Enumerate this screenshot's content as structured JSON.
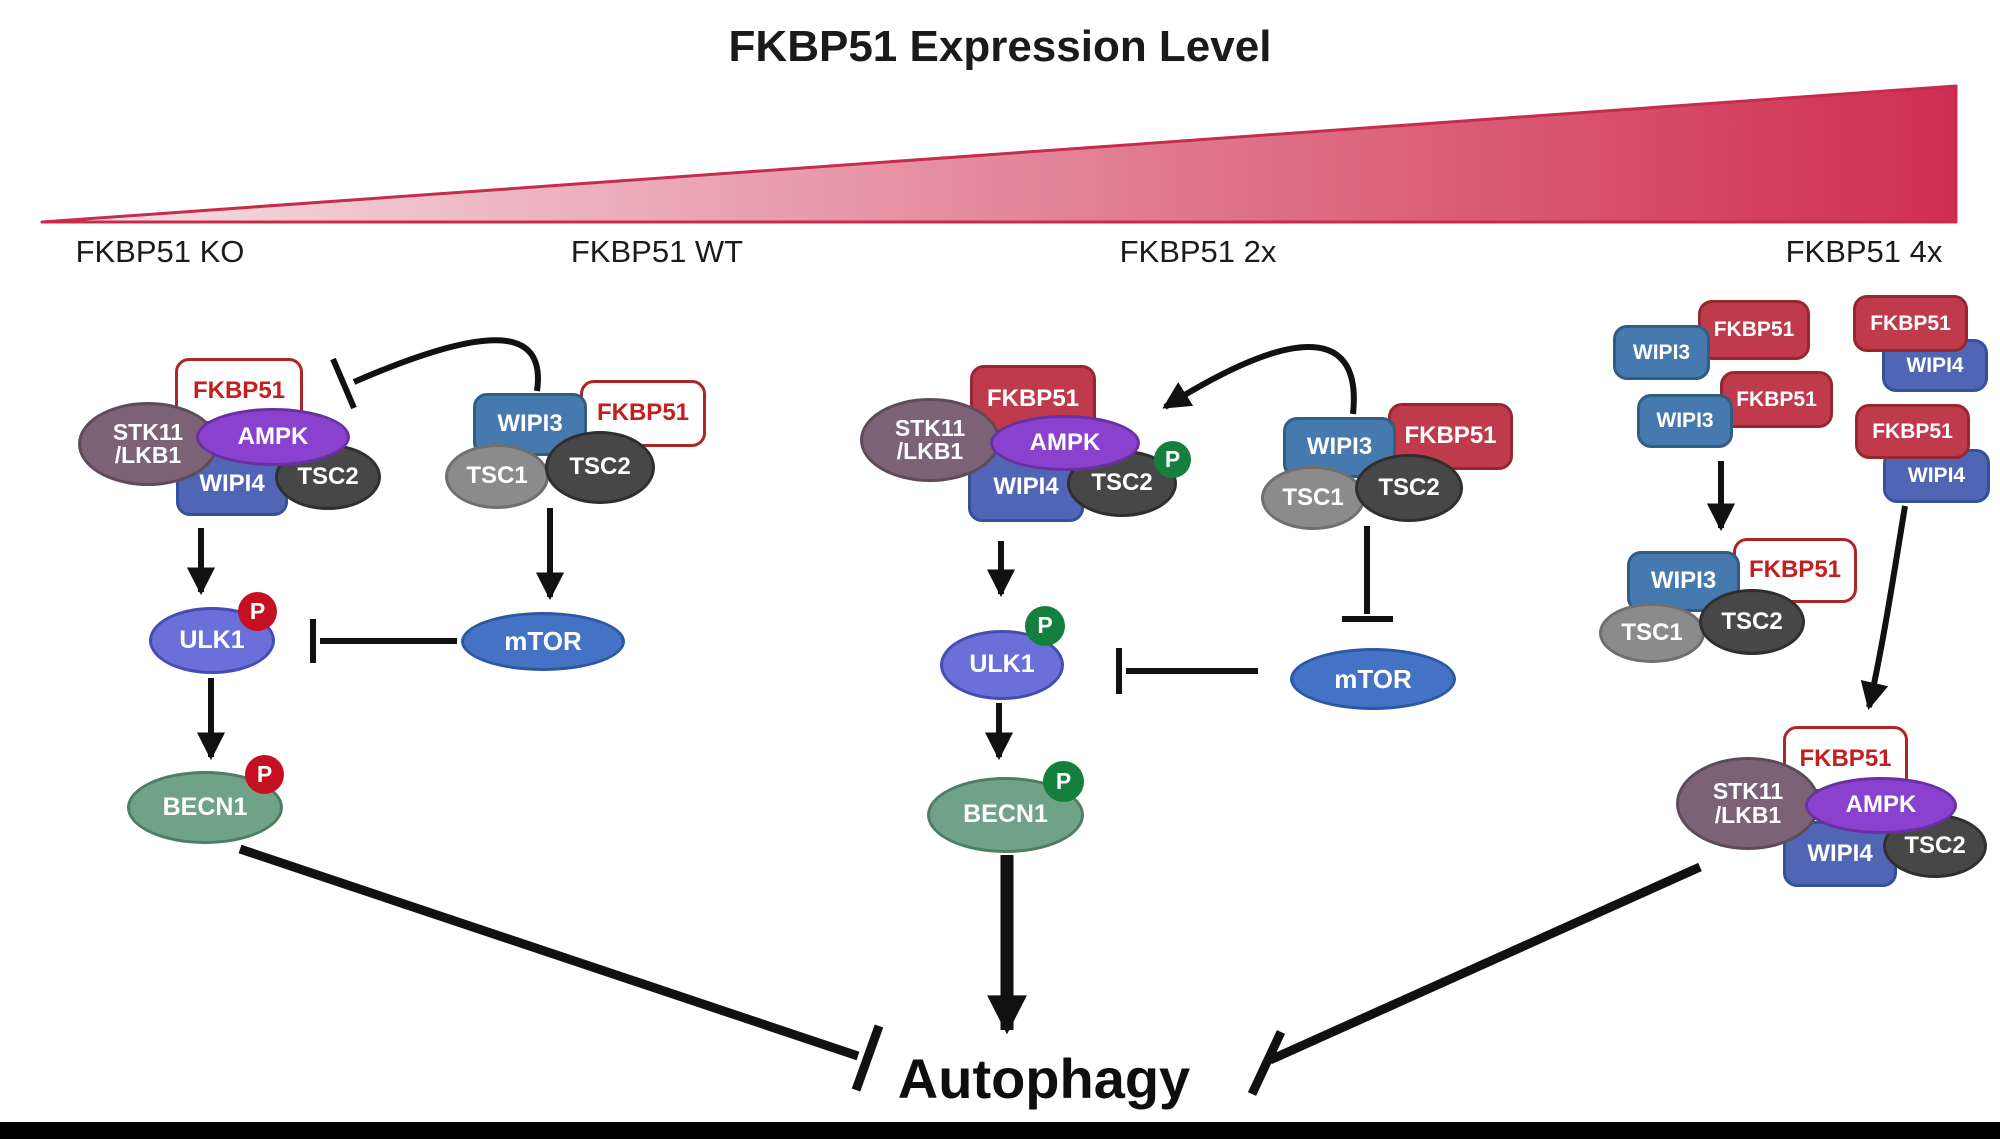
{
  "title": "FKBP51 Expression Level",
  "columns": [
    {
      "id": "ko",
      "label": "FKBP51 KO"
    },
    {
      "id": "wt",
      "label": "FKBP51 WT"
    },
    {
      "id": "2x",
      "label": "FKBP51 2x"
    },
    {
      "id": "4x",
      "label": "FKBP51 4x"
    }
  ],
  "molecules": {
    "fkbp51": "FKBP51",
    "stk11_lkb1": "STK11\n/LKB1",
    "ampk": "AMPK",
    "wipi3": "WIPI3",
    "wipi4": "WIPI4",
    "tsc1": "TSC1",
    "tsc2": "TSC2",
    "ulk1": "ULK1",
    "mtor": "mTOR",
    "becn1": "BECN1",
    "phospho": "P"
  },
  "output_label": "Autophagy",
  "palette": {
    "fkbp51_solid": "#bf3b4b",
    "fkbp51_outline_border": "#ab2727",
    "fkbp51_text": "#c41f1f",
    "wipi3": "#4679ad",
    "wipi4": "#5065b4",
    "ampk": "#8a41ce",
    "stk11": "#7c6277",
    "tsc1": "#8b8b8b",
    "tsc2": "#474747",
    "ulk1": "#6b6fd9",
    "mtor": "#4472c4",
    "becn1": "#6fa287",
    "phospho_red": "#c51022",
    "phospho_green": "#15803d",
    "gradient_start": "#f7e3e6",
    "gradient_end": "#d02e50",
    "gradient_border": "#c52c4d",
    "arrow": "#111111"
  }
}
